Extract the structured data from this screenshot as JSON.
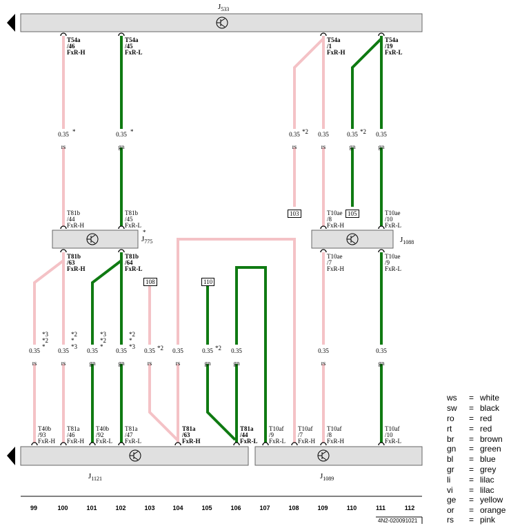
{
  "components": {
    "j533": {
      "label": "J",
      "sub": "533"
    },
    "j775": {
      "label": "J",
      "sub": "775"
    },
    "j1088": {
      "label": "J",
      "sub": "1088"
    },
    "j1121": {
      "label": "J",
      "sub": "1121"
    },
    "j1089": {
      "label": "J",
      "sub": "1089"
    }
  },
  "wires": [
    {
      "id": "w100a",
      "size": "0.35",
      "color": "rs",
      "note": "*"
    },
    {
      "id": "w102a",
      "size": "0.35",
      "color": "gn",
      "note": "*"
    },
    {
      "id": "w108a",
      "size": "0.35",
      "color": "rs",
      "note": "*2"
    },
    {
      "id": "w109a",
      "size": "0.35",
      "color": "rs",
      "note": ""
    },
    {
      "id": "w110a",
      "size": "0.35",
      "color": "gn",
      "note": "*2"
    },
    {
      "id": "w111a",
      "size": "0.35",
      "color": "gn",
      "note": ""
    },
    {
      "id": "w99b",
      "size": "0.35",
      "color": "rs",
      "note1": "*3",
      "note2": "*2",
      "note3": "*"
    },
    {
      "id": "w100b",
      "size": "0.35",
      "color": "rs",
      "note1": "*2",
      "note2": "*",
      "note3": "*3"
    },
    {
      "id": "w101b",
      "size": "0.35",
      "color": "gn",
      "note1": "*3",
      "note2": "*2",
      "note3": "*"
    },
    {
      "id": "w102b",
      "size": "0.35",
      "color": "gn",
      "note1": "*2",
      "note2": "*",
      "note3": "*3"
    },
    {
      "id": "w103b",
      "size": "0.35",
      "color": "rs",
      "note": "*2"
    },
    {
      "id": "w104b",
      "size": "0.35",
      "color": "rs",
      "note": ""
    },
    {
      "id": "w105b",
      "size": "0.35",
      "color": "gn",
      "note": "*2"
    },
    {
      "id": "w106b",
      "size": "0.35",
      "color": "gn",
      "note": ""
    },
    {
      "id": "w109b",
      "size": "0.35",
      "color": "rs",
      "note": ""
    },
    {
      "id": "w111b",
      "size": "0.35",
      "color": "gn",
      "note": ""
    }
  ],
  "connectors": {
    "c1": [
      "T54a",
      "/46",
      "FxR-H"
    ],
    "c2": [
      "T54a",
      "/45",
      "FxR-L"
    ],
    "c3": [
      "T54a",
      "/1",
      "FxR-H"
    ],
    "c4": [
      "T54a",
      "/19",
      "FxR-L"
    ],
    "c5": [
      "T81b",
      "/44",
      "FxR-H"
    ],
    "c6": [
      "T81b",
      "/45",
      "FxR-L"
    ],
    "c7": [
      "T10ae",
      "/8",
      "FxR-H"
    ],
    "c8": [
      "T10ae",
      "/10",
      "FxR-L"
    ],
    "c9": [
      "T81b",
      "/63",
      "FxR-H"
    ],
    "c10": [
      "T81b",
      "/64",
      "FxR-L"
    ],
    "c11": [
      "T10ae",
      "/7",
      "FxR-H"
    ],
    "c12": [
      "T10ae",
      "/9",
      "FxR-L"
    ],
    "c13": [
      "T40b",
      "/93",
      "FxR-H"
    ],
    "c14": [
      "T81a",
      "/46",
      "FxR-H"
    ],
    "c15": [
      "T40b",
      "/92",
      "FxR-L"
    ],
    "c16": [
      "T81a",
      "/47",
      "FxR-L"
    ],
    "c17": [
      "T81a",
      "/63",
      "FxR-H"
    ],
    "c18": [
      "T81a",
      "/44",
      "FxR-L"
    ],
    "c19": [
      "T10af",
      "/9",
      "FxR-L"
    ],
    "c20": [
      "T10af",
      "/7",
      "FxR-H"
    ],
    "c21": [
      "T10af",
      "/8",
      "FxR-H"
    ],
    "c22": [
      "T10af",
      "/10",
      "FxR-L"
    ]
  },
  "refs": {
    "r103": "103",
    "r105": "105",
    "r108": "108",
    "r110": "110"
  },
  "j775_note": "*",
  "columns": [
    "99",
    "100",
    "101",
    "102",
    "103",
    "104",
    "105",
    "106",
    "107",
    "108",
    "109",
    "110",
    "111",
    "112"
  ],
  "legend": [
    {
      "code": "ws",
      "eq": "=",
      "name": "white"
    },
    {
      "code": "sw",
      "eq": "=",
      "name": "black"
    },
    {
      "code": "ro",
      "eq": "=",
      "name": "red"
    },
    {
      "code": "rt",
      "eq": "=",
      "name": "red"
    },
    {
      "code": "br",
      "eq": "=",
      "name": "brown"
    },
    {
      "code": "gn",
      "eq": "=",
      "name": "green"
    },
    {
      "code": "bl",
      "eq": "=",
      "name": "blue"
    },
    {
      "code": "gr",
      "eq": "=",
      "name": "grey"
    },
    {
      "code": "li",
      "eq": "=",
      "name": "lilac"
    },
    {
      "code": "vi",
      "eq": "=",
      "name": "lilac"
    },
    {
      "code": "ge",
      "eq": "=",
      "name": "yellow"
    },
    {
      "code": "or",
      "eq": "=",
      "name": "orange"
    },
    {
      "code": "rs",
      "eq": "=",
      "name": "pink"
    }
  ],
  "doc_id": "4N2-020091021",
  "colors": {
    "pink": "#f4c2c6",
    "green": "#0f7a12",
    "bar": "#e0e0e0"
  }
}
